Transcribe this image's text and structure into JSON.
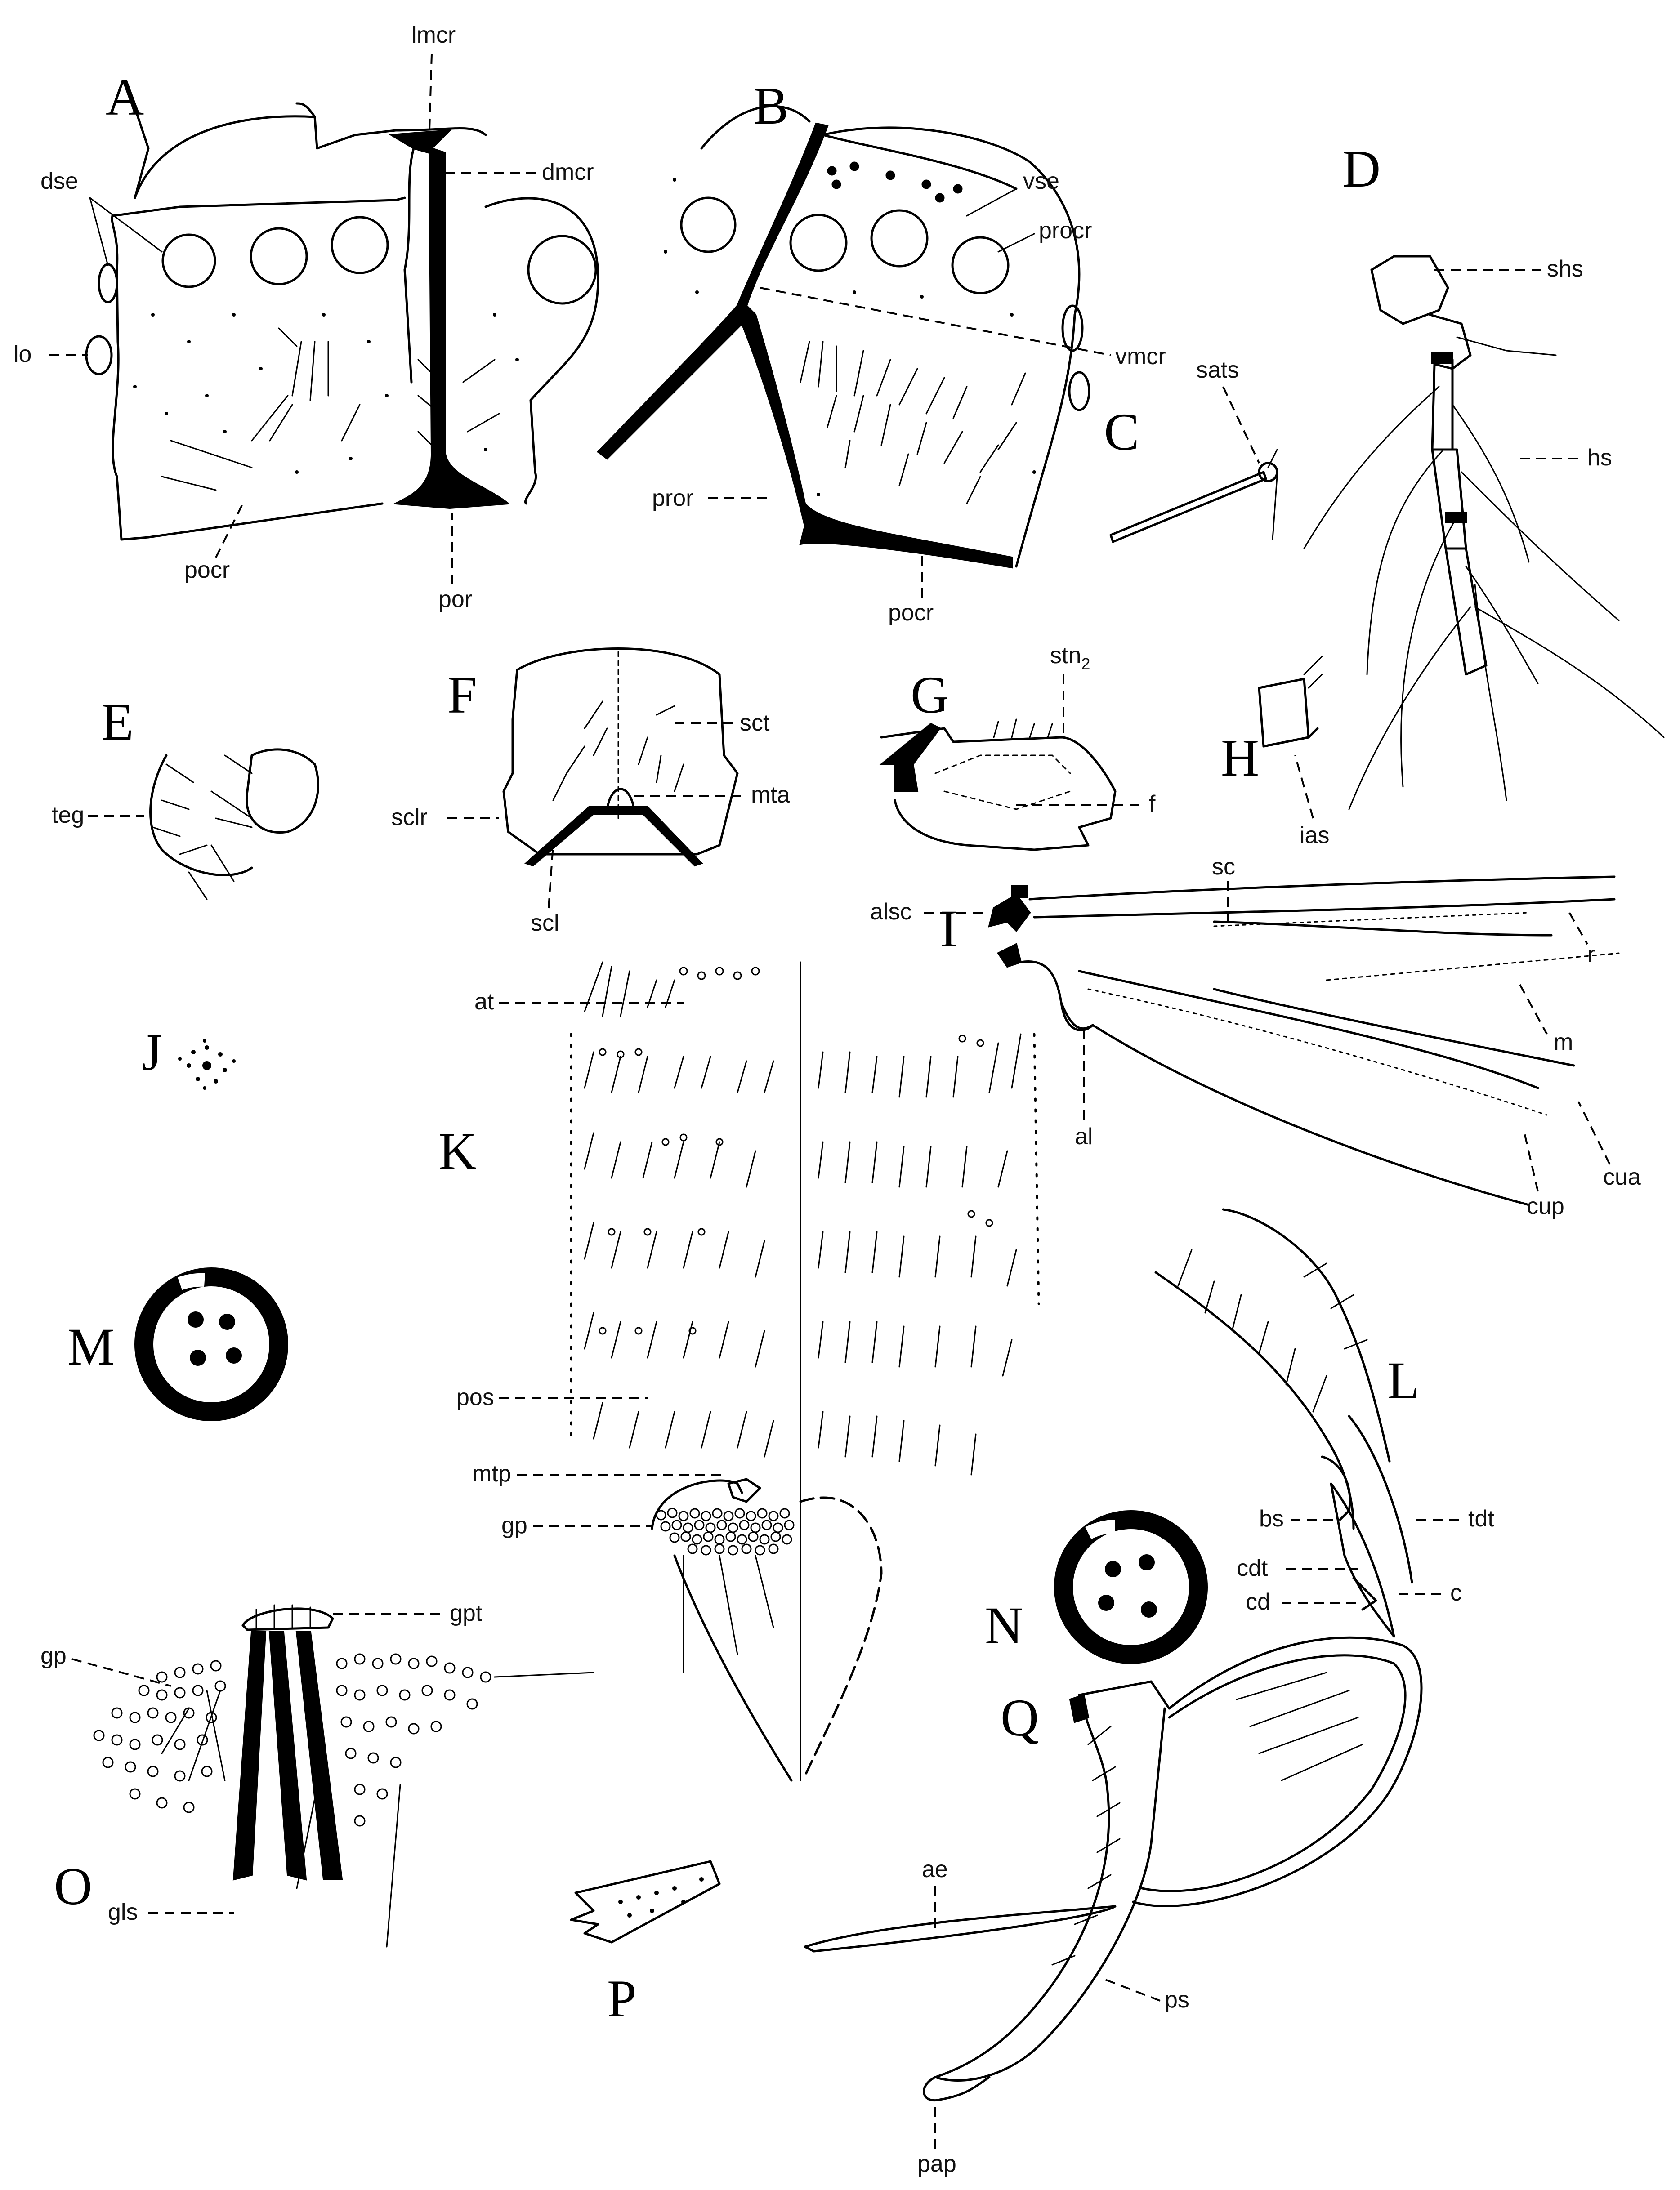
{
  "figure": {
    "panels": [
      "A",
      "B",
      "C",
      "D",
      "E",
      "F",
      "G",
      "H",
      "I",
      "J",
      "K",
      "L",
      "M",
      "N",
      "O",
      "P",
      "Q"
    ]
  },
  "labels": {
    "lmcr": "lmcr",
    "dmcr": "dmcr",
    "dse": "dse",
    "lo": "lo",
    "pocr": "pocr",
    "por": "por",
    "vse": "vse",
    "procr": "procr",
    "vmcr": "vmcr",
    "pror": "pror",
    "pocr_b": "pocr",
    "sats": "sats",
    "shs": "shs",
    "hs": "hs",
    "teg": "teg",
    "sct": "sct",
    "mta": "mta",
    "sclr": "sclr",
    "scl": "scl",
    "stn_base": "stn",
    "stn_sub": "2",
    "f": "f",
    "ias": "ias",
    "sc": "sc",
    "alsc": "alsc",
    "r": "r",
    "m": "m",
    "al": "al",
    "cup": "cup",
    "cua": "cua",
    "at": "at",
    "pos": "pos",
    "mtp": "mtp",
    "gp": "gp",
    "bs": "bs",
    "tdt": "tdt",
    "cdt": "cdt",
    "cd": "cd",
    "c": "c",
    "gpt": "gpt",
    "gp_o": "gp",
    "gls": "gls",
    "ae": "ae",
    "ps": "ps",
    "pap": "pap"
  },
  "colors": {
    "ink": "#000000",
    "paper": "#ffffff"
  }
}
